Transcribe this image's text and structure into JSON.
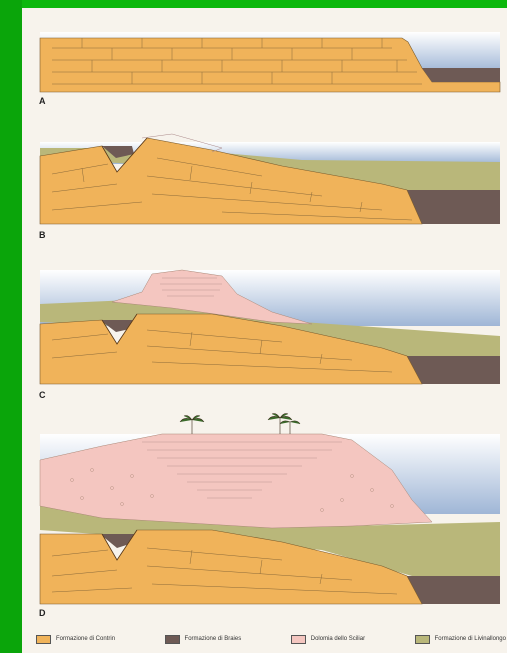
{
  "panels": [
    {
      "label": "A"
    },
    {
      "label": "B"
    },
    {
      "label": "C"
    },
    {
      "label": "D"
    }
  ],
  "legend": [
    {
      "label": "Formazione di Contrin",
      "color": "#f0b35a"
    },
    {
      "label": "Formazione di Braies",
      "color": "#6e5a55"
    },
    {
      "label": "Dolomia dello Sciliar",
      "color": "#f4c6c0"
    },
    {
      "label": "Formazione di Livinallongo",
      "color": "#b9b77a"
    }
  ]
}
